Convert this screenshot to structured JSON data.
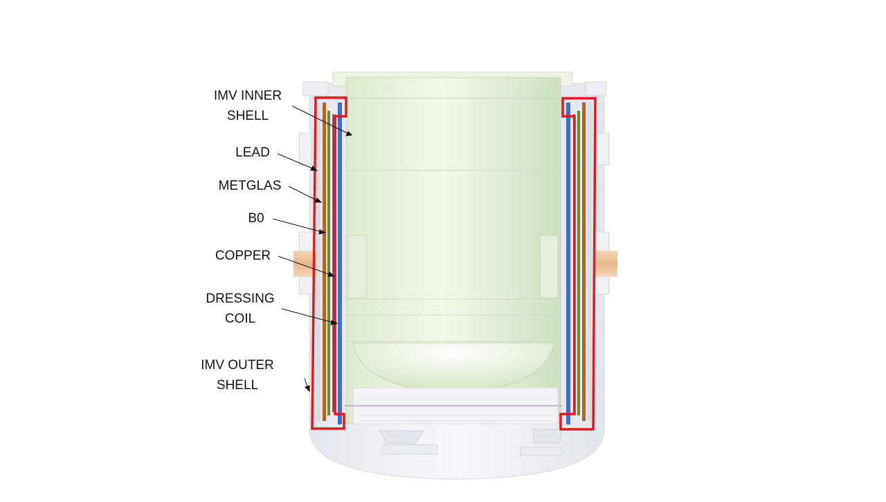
{
  "labels": {
    "imv_inner_shell": [
      "IMV INNER",
      "SHELL"
    ],
    "lead": "LEAD",
    "metglas": "METGLAS",
    "b0": "B0",
    "copper": "COPPER",
    "dressing_coil": [
      "DRESSING",
      "COIL"
    ],
    "imv_outer_shell": [
      "IMV OUTER",
      "SHELL"
    ]
  },
  "colors": {
    "outline_highlight": "#e01b1b",
    "lead_layer": "#b5651d",
    "metglas_layer": "#6b8e23",
    "b0_layer": "#7b4fa0",
    "copper_layer": "#3f6fc8",
    "dressing_coil_layer": "#8a6fc9",
    "inner_vessel": "#e6f3d9",
    "outer_vessel": "#eef0f4"
  }
}
